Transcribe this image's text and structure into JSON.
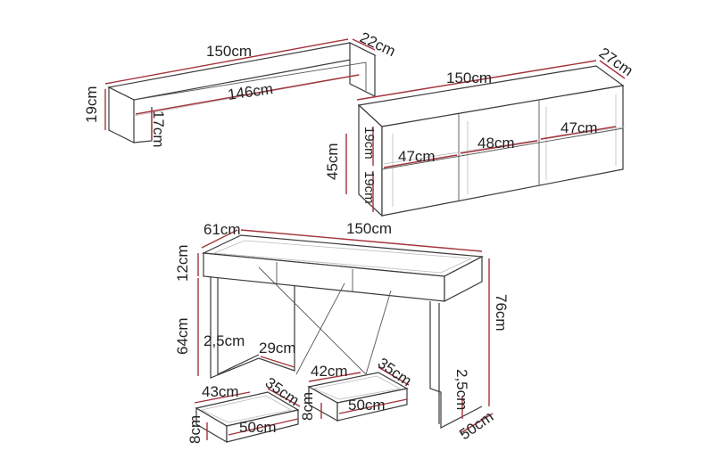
{
  "shelf": {
    "width": "150cm",
    "depth": "22cm",
    "height": "19cm",
    "inner_width": "146cm",
    "inner_height": "17cm"
  },
  "cabinet": {
    "width": "150cm",
    "depth": "27cm",
    "height": "45cm",
    "upper_height": "19cm",
    "lower_height": "19cm",
    "compartment_1": "47cm",
    "compartment_2": "48cm",
    "compartment_3": "47cm"
  },
  "desk": {
    "depth": "61cm",
    "width": "150cm",
    "top_height": "12cm",
    "leg_height": "64cm",
    "total_height": "76cm",
    "leg_thickness": "2,5cm",
    "foot_length": "29cm",
    "leg_width_right": "2,5cm",
    "leg_depth": "50cm"
  },
  "drawer_left": {
    "width": "43cm",
    "depth": "35cm",
    "length": "50cm",
    "height": "8cm"
  },
  "drawer_right": {
    "width": "42cm",
    "depth": "35cm",
    "length": "50cm",
    "height": "8cm"
  },
  "colors": {
    "dimension_line": "#a3343c",
    "outline": "#3a3a3a"
  }
}
